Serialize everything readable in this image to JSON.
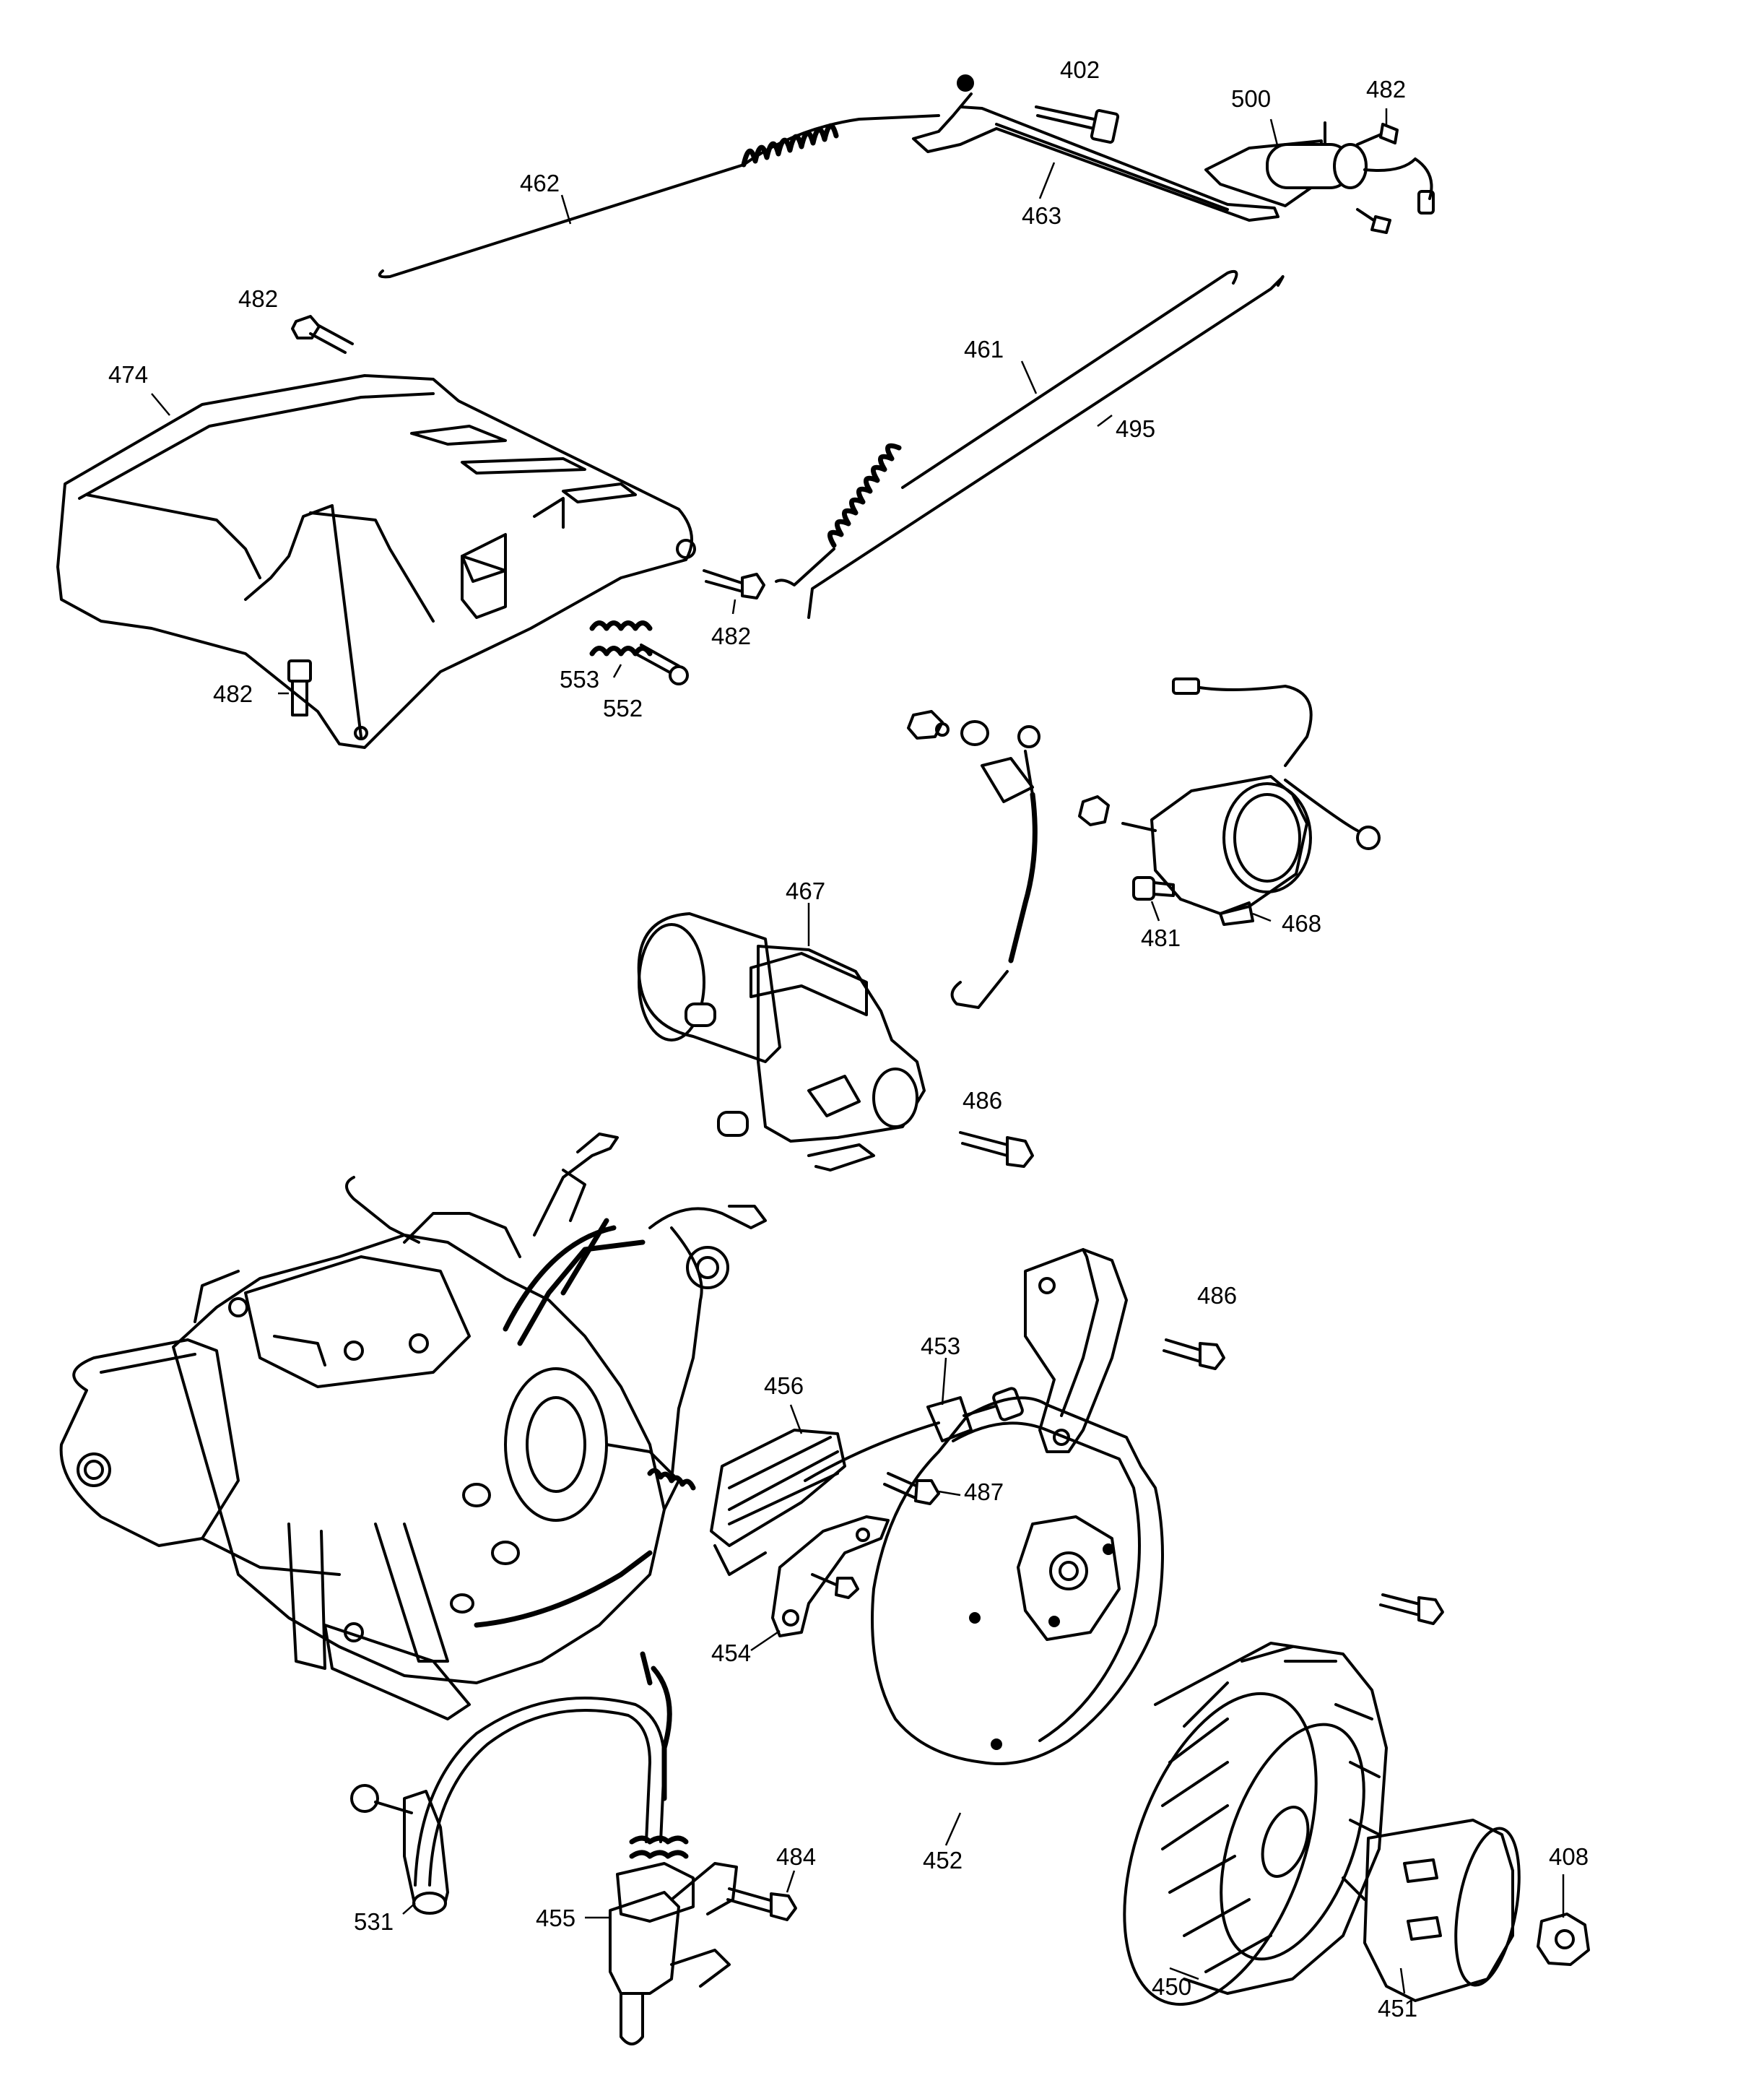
{
  "callouts": [
    {
      "id": "402",
      "text": "402"
    },
    {
      "id": "500",
      "text": "500"
    },
    {
      "id": "482a",
      "text": "482"
    },
    {
      "id": "462",
      "text": "462"
    },
    {
      "id": "463",
      "text": "463"
    },
    {
      "id": "482b",
      "text": "482"
    },
    {
      "id": "474",
      "text": "474"
    },
    {
      "id": "461",
      "text": "461"
    },
    {
      "id": "495",
      "text": "495"
    },
    {
      "id": "482c",
      "text": "482"
    },
    {
      "id": "553",
      "text": "553"
    },
    {
      "id": "552",
      "text": "552"
    },
    {
      "id": "482d",
      "text": "482"
    },
    {
      "id": "467",
      "text": "467"
    },
    {
      "id": "481",
      "text": "481"
    },
    {
      "id": "468",
      "text": "468"
    },
    {
      "id": "486a",
      "text": "486"
    },
    {
      "id": "486b",
      "text": "486"
    },
    {
      "id": "453",
      "text": "453"
    },
    {
      "id": "456",
      "text": "456"
    },
    {
      "id": "487",
      "text": "487"
    },
    {
      "id": "454",
      "text": "454"
    },
    {
      "id": "452",
      "text": "452"
    },
    {
      "id": "484",
      "text": "484"
    },
    {
      "id": "531",
      "text": "531"
    },
    {
      "id": "455",
      "text": "455"
    },
    {
      "id": "450",
      "text": "450"
    },
    {
      "id": "451",
      "text": "451"
    },
    {
      "id": "408",
      "text": "408"
    }
  ]
}
